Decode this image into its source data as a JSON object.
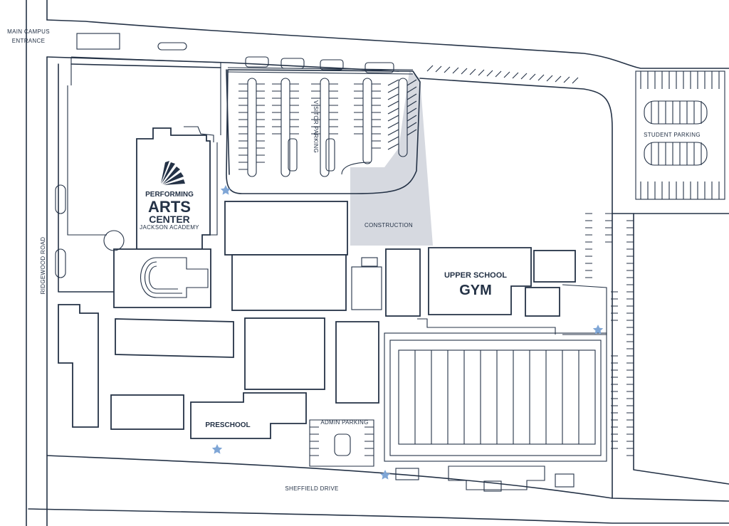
{
  "map": {
    "labels": {
      "main_entrance_line1": "MAIN CAMPUS",
      "main_entrance_line2": "ENTRANCE",
      "ridgewood_road": "RIDGEWOOD ROAD",
      "sheffield_drive": "SHEFFIELD DRIVE",
      "visitor_parking": "VISITOR PARKING",
      "student_parking": "STUDENT PARKING",
      "admin_parking": "ADMIN PARKING",
      "construction": "CONSTRUCTION",
      "pac_line1": "PERFORMING",
      "pac_line2": "ARTS",
      "pac_line3": "CENTER",
      "pac_line4": "JACKSON ACADEMY",
      "gym_line1": "UPPER SCHOOL",
      "gym_line2": "GYM",
      "preschool": "PRESCHOOL"
    },
    "markers": [
      "entrance-star",
      "entrance-star",
      "entrance-star",
      "entrance-star",
      "entrance-star"
    ],
    "colors": {
      "line": "#243246",
      "star": "#7fa6d6",
      "construction": "#d6d9e0"
    }
  }
}
